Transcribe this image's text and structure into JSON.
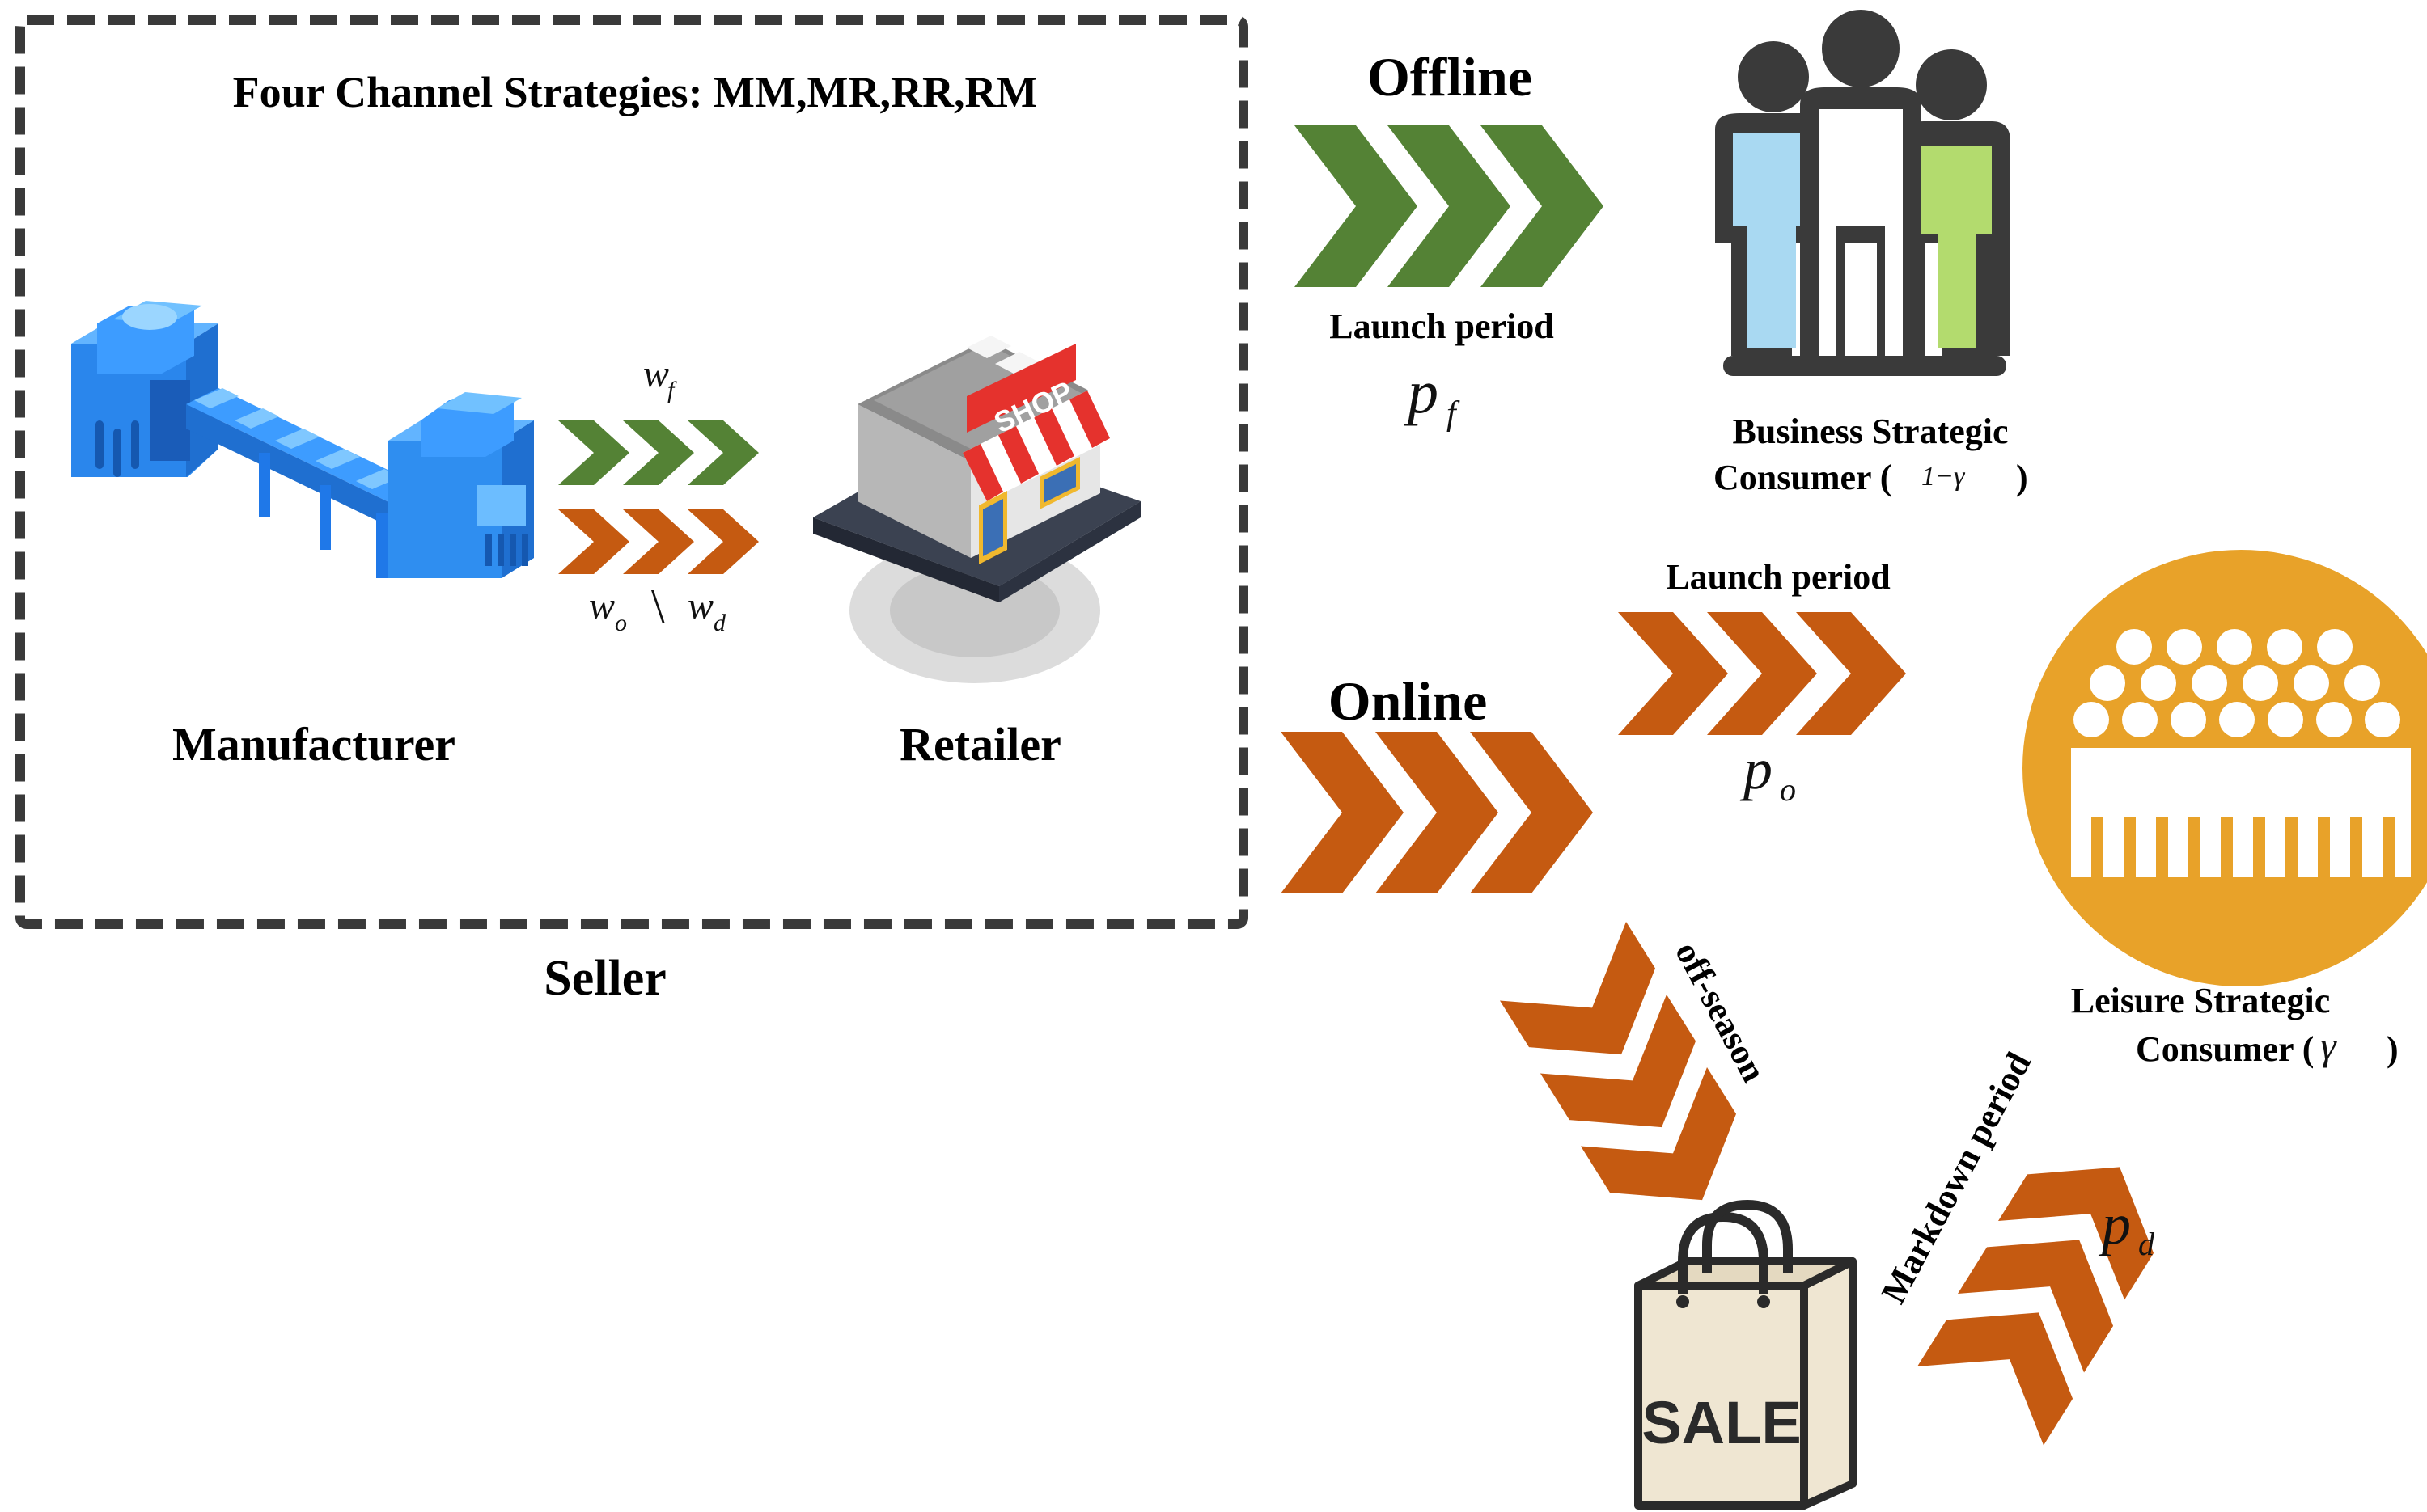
{
  "title": "Four Channel Strategies: MM,MR,RR,RM",
  "actors": {
    "manufacturer": "Manufacturer",
    "retailer": "Retailer",
    "seller": "Seller"
  },
  "wholesale": {
    "wf_base": "w",
    "wf_sub": "f",
    "wo_base": "w",
    "wo_sub": "o",
    "sep": "\\",
    "wd_base": "w",
    "wd_sub": "d"
  },
  "offline": {
    "label": "Offline",
    "period": "Launch period",
    "price_base": "p",
    "price_sub": "f"
  },
  "online": {
    "label": "Online",
    "period": "Launch period",
    "price_base": "p",
    "price_sub": "o"
  },
  "offseason": {
    "label": "off-season"
  },
  "markdown": {
    "label": "Markdown period",
    "price_base": "p",
    "price_sub": "d"
  },
  "business": {
    "line1": "Business Strategic",
    "line2_prefix": "Consumer (",
    "gamma_expr": "1−γ",
    "line2_suffix": ")"
  },
  "leisure": {
    "line1": "Leisure Strategic",
    "line2_prefix": "Consumer (",
    "gamma": "γ",
    "line2_suffix": ")"
  },
  "shop_sign": "SHOP",
  "bag_text": "SALE",
  "colors": {
    "green": "#548235",
    "orange": "#C55A11",
    "factory_blue": "#2f8ef0",
    "leisure_gold": "#E8A229",
    "dark": "#3a3a3a",
    "light_blue": "#a9d9f2",
    "light_green": "#b3db6e"
  },
  "icons": [
    "factory-icon",
    "shop-icon",
    "consumer-group-icon",
    "crowd-icon",
    "shopping-bag-icon"
  ]
}
